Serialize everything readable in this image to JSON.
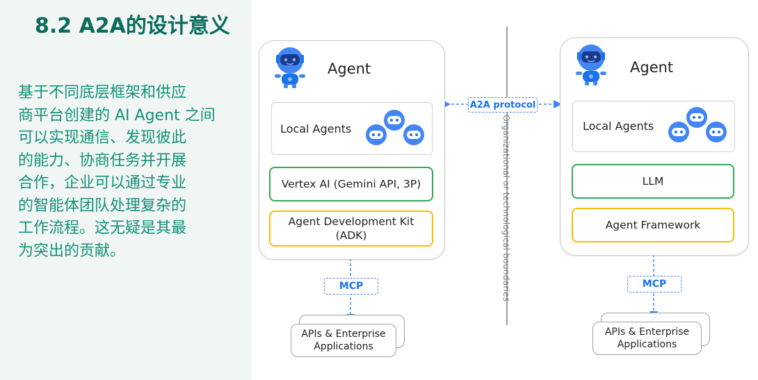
{
  "slide": {
    "title": "8.2 A2A的设计意义",
    "body": "基于不同底层框架和供应\n商平台创建的 AI Agent 之间\n可以实现通信、发现彼此\n的能力、协商任务并开展\n合作，企业可以通过专业\n的智能体团队处理复杂的\n工作流程。这无疑是其最\n为突出的贡献。"
  },
  "diagram": {
    "protocol_label": "A2A protocol",
    "boundary_label": "Organizational or technological boundaries",
    "left": {
      "agent_label": "Agent",
      "local_agents_label": "Local Agents",
      "model_label": "Vertex AI (Gemini API, 3P)",
      "framework_label": "Agent Development Kit\n(ADK)",
      "mcp_label": "MCP",
      "apis_label": "APIs & Enterprise\nApplications"
    },
    "right": {
      "agent_label": "Agent",
      "local_agents_label": "Local Agents",
      "model_label": "LLM",
      "framework_label": "Agent Framework",
      "mcp_label": "MCP",
      "apis_label": "APIs & Enterprise\nApplications"
    }
  },
  "colors": {
    "title": "#0b6b5c",
    "body_text": "#13907a",
    "panel_bg": "#f1f6f4",
    "green": "#34a853",
    "yellow": "#fbbc04",
    "blue": "#4285f4"
  }
}
